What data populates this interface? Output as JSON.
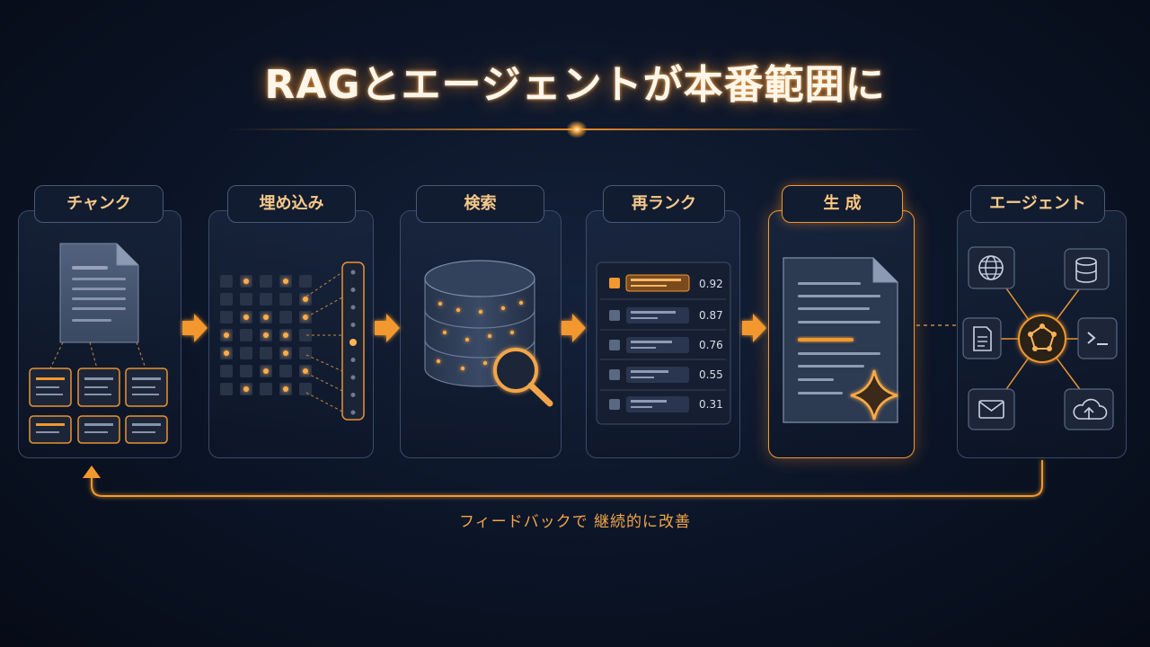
{
  "title": "RAGとエージェントが本番範囲に",
  "stages": [
    {
      "label": "チャンク"
    },
    {
      "label": "埋め込み"
    },
    {
      "label": "検索"
    },
    {
      "label": "再ランク"
    },
    {
      "label": "生 成"
    },
    {
      "label": "エージェント"
    }
  ],
  "rerank_scores": [
    "0.92",
    "0.87",
    "0.76",
    "0.55",
    "0.31"
  ],
  "agent_tools": [
    "globe-icon",
    "database-icon",
    "document-icon",
    "terminal-icon",
    "mail-icon",
    "cloud-upload-icon"
  ],
  "feedback": "フィードバックで 継続的に改善",
  "colors": {
    "accent": "#f2982f",
    "background": "#0b1426",
    "panel_border": "#3b4a66"
  }
}
